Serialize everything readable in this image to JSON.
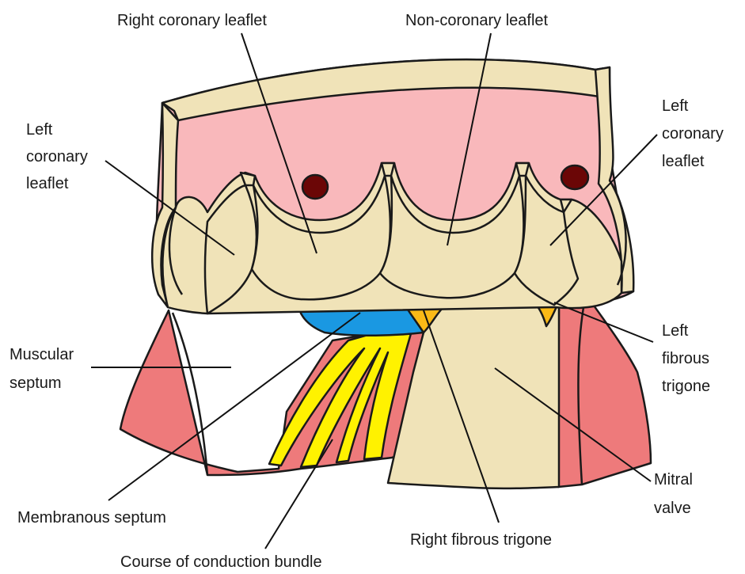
{
  "colors": {
    "aortic_wall": "#f9b8bb",
    "tissue": "#f0e3b8",
    "muscle": "#ee7a7b",
    "membranous": "#1a98e2",
    "conduction": "#fff200",
    "fibrous": "#fbb916",
    "ostium": "#6b0606",
    "outline": "#1a1a1a"
  },
  "labels": {
    "right_coronary_leaflet": "Right coronary leaflet",
    "non_coronary_leaflet": "Non-coronary leaflet",
    "left_coronary_leaflet_left": [
      "Left",
      "coronary",
      "leaflet"
    ],
    "left_coronary_leaflet_right": [
      "Left",
      "coronary",
      "leaflet"
    ],
    "muscular_septum": [
      "Muscular",
      "septum"
    ],
    "left_fibrous_trigone": [
      "Left",
      "fibrous",
      "trigone"
    ],
    "mitral_valve": [
      "Mitral",
      "valve"
    ],
    "membranous_septum": "Membranous septum",
    "right_fibrous_trigone": "Right fibrous trigone",
    "course_of_conduction_bundle": "Course of conduction bundle"
  }
}
